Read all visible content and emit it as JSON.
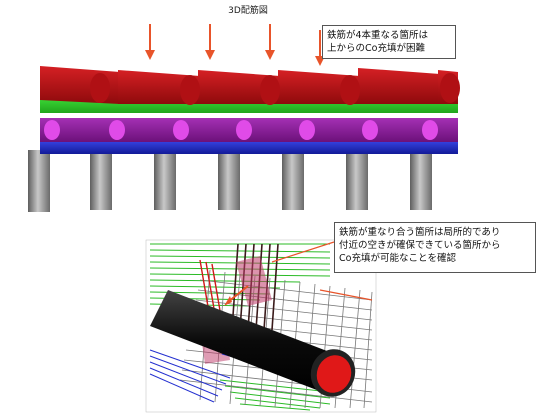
{
  "diagram": {
    "title": "3D配筋図",
    "callout_top": {
      "lines": [
        "鉄筋が4本重なる箇所は",
        "上からのCo充填が困難"
      ]
    },
    "callout_bottom": {
      "lines": [
        "鉄筋が重なり合う箇所は局所的であり",
        "付近の空きが確保できている箇所から",
        "Co充填が可能なことを確認"
      ]
    },
    "colors": {
      "arrow": "#e8542a",
      "red_bar": "#b40f12",
      "green_bar": "#22c21e",
      "purple_bar": "#8e1c9c",
      "purple_dot": "#e04be8",
      "blue_bar": "#1d28c8",
      "pile": "#8e8e8e",
      "pipe": "#111111",
      "pipe_inner": "#e01818"
    }
  }
}
